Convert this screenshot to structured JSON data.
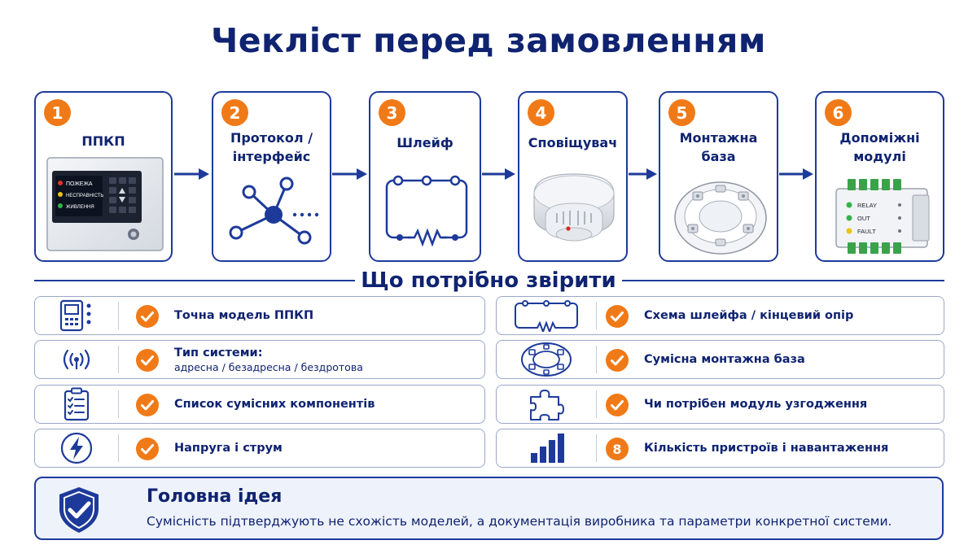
{
  "title": "Чекліст перед замовленням",
  "steps": [
    {
      "number": "1",
      "label": "ППКП",
      "panel_lines": [
        "ПОЖЕЖА",
        "НЕСПРАВНІСТЬ",
        "ЖИВЛЕННЯ"
      ],
      "icon": "fire-control-panel-icon"
    },
    {
      "number": "2",
      "label": "Протокол /\nінтерфейс",
      "icon": "network-hub-icon"
    },
    {
      "number": "3",
      "label": "Шлейф",
      "icon": "loop-circuit-icon"
    },
    {
      "number": "4",
      "label": "Сповіщувач",
      "icon": "smoke-detector-icon"
    },
    {
      "number": "5",
      "label": "Монтажна\nбаза",
      "icon": "mounting-base-icon"
    },
    {
      "number": "6",
      "label": "Допоміжні\nмодулі",
      "module_lines": [
        "RELAY",
        "OUT",
        "FAULT"
      ],
      "icon": "relay-module-icon"
    }
  ],
  "section_title": "Що потрібно звірити",
  "checks_left": [
    {
      "icon": "control-panel-icon",
      "text": "Точна модель ППКП",
      "sub": ""
    },
    {
      "icon": "wireless-signal-icon",
      "text": "Тип системи:",
      "sub": "адресна / безадресна / бездротова"
    },
    {
      "icon": "clipboard-list-icon",
      "text": "Список сумісних компонентів",
      "sub": ""
    },
    {
      "icon": "lightning-icon",
      "text": "Напруга і струм",
      "sub": ""
    }
  ],
  "checks_right": [
    {
      "icon": "loop-resistor-icon",
      "text": "Схема шлейфа / кінцевий опір",
      "marker": "check"
    },
    {
      "icon": "mounting-base-icon",
      "text": "Сумісна монтажна база",
      "marker": "check"
    },
    {
      "icon": "puzzle-icon",
      "text": "Чи потрібен модуль узгодження",
      "marker": "check"
    },
    {
      "icon": "bar-chart-icon",
      "text": "Кількість пристроїв і навантаження",
      "marker": "8"
    }
  ],
  "idea": {
    "icon": "shield-check-icon",
    "title": "Головна ідея",
    "text": "Сумісність підтверджують не схожість моделей, а документація виробника та параметри конкретної системи."
  },
  "colors": {
    "navy": "#0f2370",
    "border": "#1d3a9a",
    "accent": "#f07a17",
    "idea_bg": "#eef2fb"
  }
}
